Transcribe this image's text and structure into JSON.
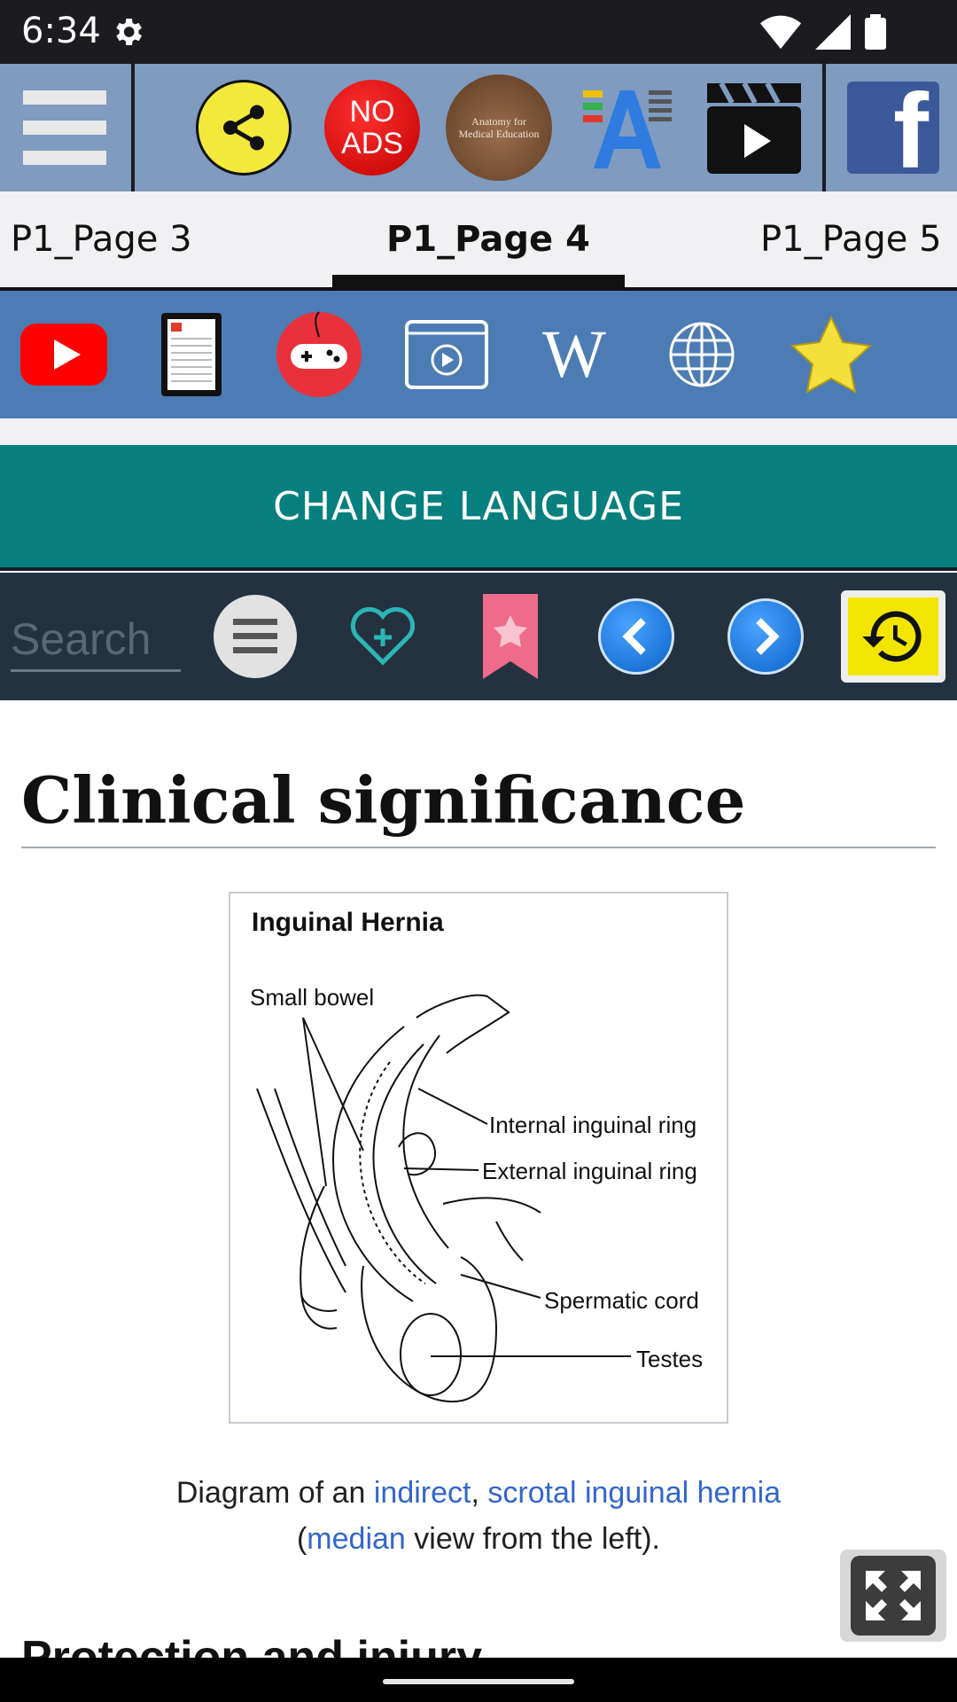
{
  "status_bar": {
    "time": "6:34"
  },
  "top_toolbar": {
    "no_ads_line1": "NO",
    "no_ads_line2": "ADS",
    "book_label_line1": "Anatomy for",
    "book_label_line2": "Medical Education",
    "facebook_letter": "f"
  },
  "tabs": [
    {
      "label": "P1_Page 3"
    },
    {
      "label": "P1_Page 4"
    },
    {
      "label": "P1_Page 5"
    }
  ],
  "icon_bar": {
    "wikipedia_letter": "W"
  },
  "change_language": {
    "label": "CHANGE LANGUAGE"
  },
  "search": {
    "placeholder": "Search"
  },
  "content": {
    "heading": "Clinical significance",
    "figure": {
      "title": "Inguinal Hernia",
      "labels": {
        "small_bowel": "Small bowel",
        "internal_ring": "Internal inguinal ring",
        "external_ring": "External inguinal ring",
        "spermatic_cord": "Spermatic cord",
        "testes": "Testes"
      }
    },
    "caption": {
      "part1": "Diagram of an ",
      "link_indirect": "indirect",
      "comma": ", ",
      "link_scrotal": "scrotal inguinal hernia",
      "part2": " (",
      "link_median": "median",
      "part3": " view from the left)."
    },
    "next_heading": "Protection and injury"
  },
  "colors": {
    "toolbar_bg": "#7f9bbf",
    "icon_bar_bg": "#4d7cb5",
    "language_button": "#087f7f",
    "search_bar_bg": "#243240",
    "link": "#3366cc"
  }
}
